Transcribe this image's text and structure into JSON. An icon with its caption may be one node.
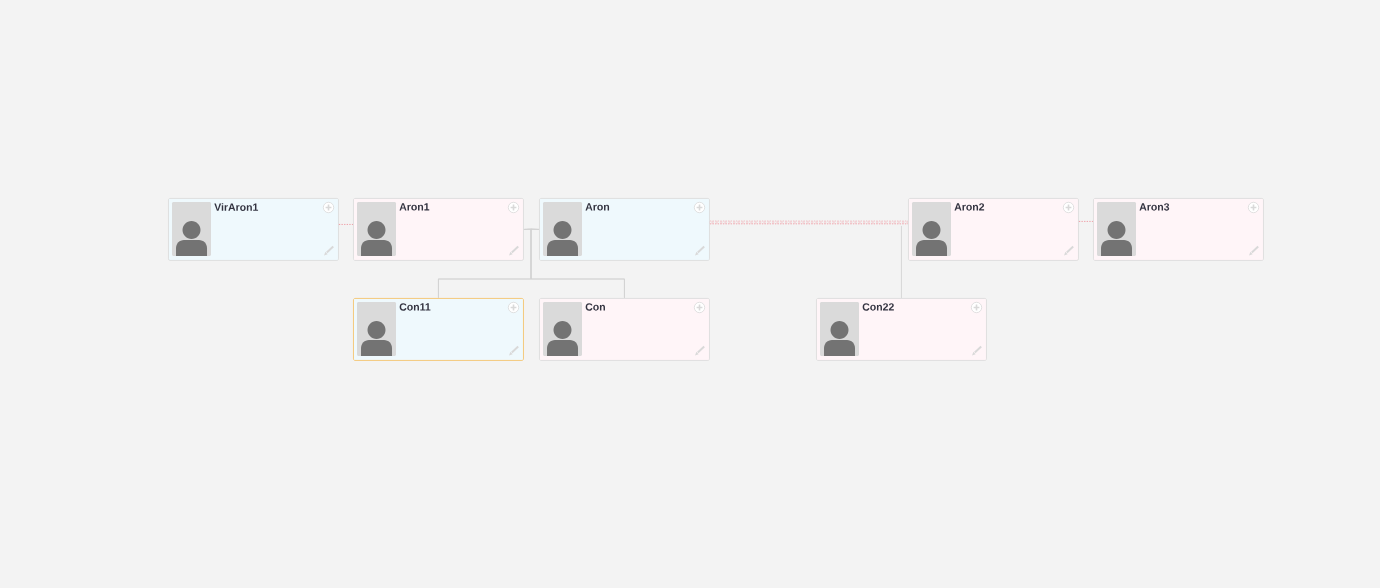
{
  "diagram": {
    "nodes": [
      {
        "text": [
          "VirAron1"
        ]
      },
      {
        "text": [
          "Aron1"
        ]
      },
      {
        "text": [
          "Aron"
        ]
      },
      {
        "text": [
          "Aron2"
        ]
      },
      {
        "text": [
          "Aron3"
        ]
      },
      {
        "text": [
          "Con11"
        ]
      },
      {
        "text": [
          "Con"
        ]
      },
      {
        "text": [
          "Con22"
        ]
      }
    ],
    "edges": [
      {
        "from": 0,
        "to": 1,
        "arrow": "none",
        "style": "dashed",
        "color": "#ef8a94"
      },
      {
        "from": 1,
        "to": 2,
        "arrow": "none"
      },
      {
        "from": 2,
        "to": 3,
        "arrow": "none",
        "style": "dashed",
        "color": "#ef8a94"
      },
      {
        "from": 3,
        "to": 4,
        "arrow": "none",
        "style": "dashed",
        "color": "#ef8a94"
      },
      {
        "from": 1,
        "to": 5,
        "arrow": "none"
      },
      {
        "from": 2,
        "to": 5,
        "arrow": "none"
      },
      {
        "from": 1,
        "to": 6,
        "arrow": "none"
      },
      {
        "from": 2,
        "to": 6,
        "arrow": "none"
      },
      {
        "from": 3,
        "to": 7,
        "arrow": "none"
      }
    ]
  }
}
